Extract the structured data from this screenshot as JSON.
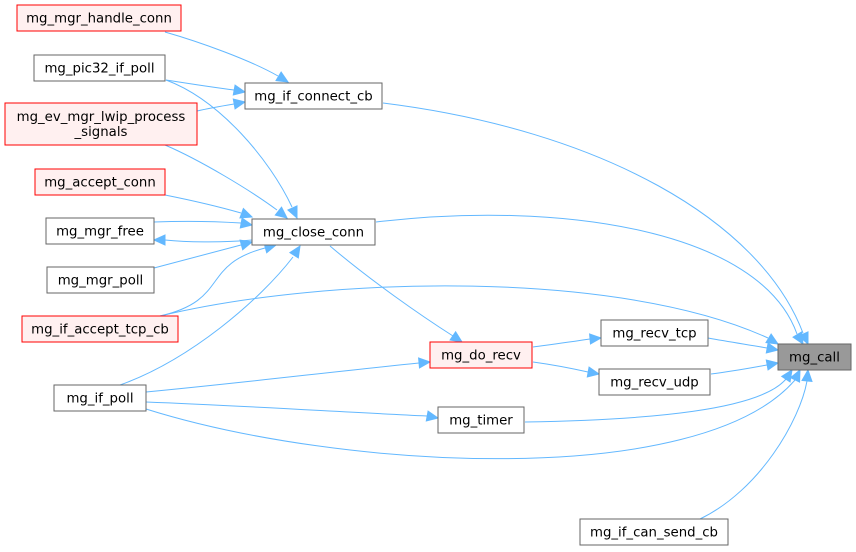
{
  "diagram": {
    "type": "call-graph",
    "target": "mg_call",
    "colors": {
      "edge": "#63b8ff",
      "node_fill": "#ffffff",
      "node_stroke": "#666666",
      "truncated_fill": "#fff0f0",
      "truncated_stroke": "#ff0000",
      "target_fill": "#999999"
    },
    "nodes": [
      {
        "id": "mg_mgr_handle_conn",
        "lines": [
          "mg_mgr_handle_conn"
        ],
        "style": "truncated"
      },
      {
        "id": "mg_pic32_if_poll",
        "lines": [
          "mg_pic32_if_poll"
        ],
        "style": "normal"
      },
      {
        "id": "mg_ev_mgr_lwip_process_signals",
        "lines": [
          "mg_ev_mgr_lwip_process",
          "_signals"
        ],
        "style": "truncated"
      },
      {
        "id": "mg_accept_conn",
        "lines": [
          "mg_accept_conn"
        ],
        "style": "truncated"
      },
      {
        "id": "mg_mgr_free",
        "lines": [
          "mg_mgr_free"
        ],
        "style": "normal"
      },
      {
        "id": "mg_mgr_poll",
        "lines": [
          "mg_mgr_poll"
        ],
        "style": "normal"
      },
      {
        "id": "mg_if_accept_tcp_cb",
        "lines": [
          "mg_if_accept_tcp_cb"
        ],
        "style": "truncated"
      },
      {
        "id": "mg_if_poll",
        "lines": [
          "mg_if_poll"
        ],
        "style": "normal"
      },
      {
        "id": "mg_if_connect_cb",
        "lines": [
          "mg_if_connect_cb"
        ],
        "style": "normal"
      },
      {
        "id": "mg_close_conn",
        "lines": [
          "mg_close_conn"
        ],
        "style": "normal"
      },
      {
        "id": "mg_do_recv",
        "lines": [
          "mg_do_recv"
        ],
        "style": "truncated"
      },
      {
        "id": "mg_timer",
        "lines": [
          "mg_timer"
        ],
        "style": "normal"
      },
      {
        "id": "mg_recv_tcp",
        "lines": [
          "mg_recv_tcp"
        ],
        "style": "normal"
      },
      {
        "id": "mg_recv_udp",
        "lines": [
          "mg_recv_udp"
        ],
        "style": "normal"
      },
      {
        "id": "mg_if_can_send_cb",
        "lines": [
          "mg_if_can_send_cb"
        ],
        "style": "normal"
      },
      {
        "id": "mg_call",
        "lines": [
          "mg_call"
        ],
        "style": "target"
      }
    ],
    "edges": [
      {
        "from": "mg_mgr_handle_conn",
        "to": "mg_if_connect_cb"
      },
      {
        "from": "mg_pic32_if_poll",
        "to": "mg_if_connect_cb"
      },
      {
        "from": "mg_pic32_if_poll",
        "to": "mg_close_conn"
      },
      {
        "from": "mg_ev_mgr_lwip_process_signals",
        "to": "mg_if_connect_cb"
      },
      {
        "from": "mg_ev_mgr_lwip_process_signals",
        "to": "mg_close_conn"
      },
      {
        "from": "mg_accept_conn",
        "to": "mg_close_conn"
      },
      {
        "from": "mg_mgr_free",
        "to": "mg_close_conn"
      },
      {
        "from": "mg_close_conn",
        "to": "mg_mgr_free"
      },
      {
        "from": "mg_mgr_poll",
        "to": "mg_close_conn"
      },
      {
        "from": "mg_if_accept_tcp_cb",
        "to": "mg_close_conn"
      },
      {
        "from": "mg_if_poll",
        "to": "mg_close_conn"
      },
      {
        "from": "mg_if_connect_cb",
        "to": "mg_call"
      },
      {
        "from": "mg_close_conn",
        "to": "mg_call"
      },
      {
        "from": "mg_close_conn",
        "to": "mg_do_recv"
      },
      {
        "from": "mg_if_accept_tcp_cb",
        "to": "mg_call"
      },
      {
        "from": "mg_do_recv",
        "to": "mg_recv_tcp"
      },
      {
        "from": "mg_do_recv",
        "to": "mg_recv_udp"
      },
      {
        "from": "mg_recv_tcp",
        "to": "mg_call"
      },
      {
        "from": "mg_recv_udp",
        "to": "mg_call"
      },
      {
        "from": "mg_if_poll",
        "to": "mg_do_recv"
      },
      {
        "from": "mg_if_poll",
        "to": "mg_timer"
      },
      {
        "from": "mg_timer",
        "to": "mg_call"
      },
      {
        "from": "mg_if_poll",
        "to": "mg_call"
      },
      {
        "from": "mg_if_can_send_cb",
        "to": "mg_call"
      }
    ]
  }
}
